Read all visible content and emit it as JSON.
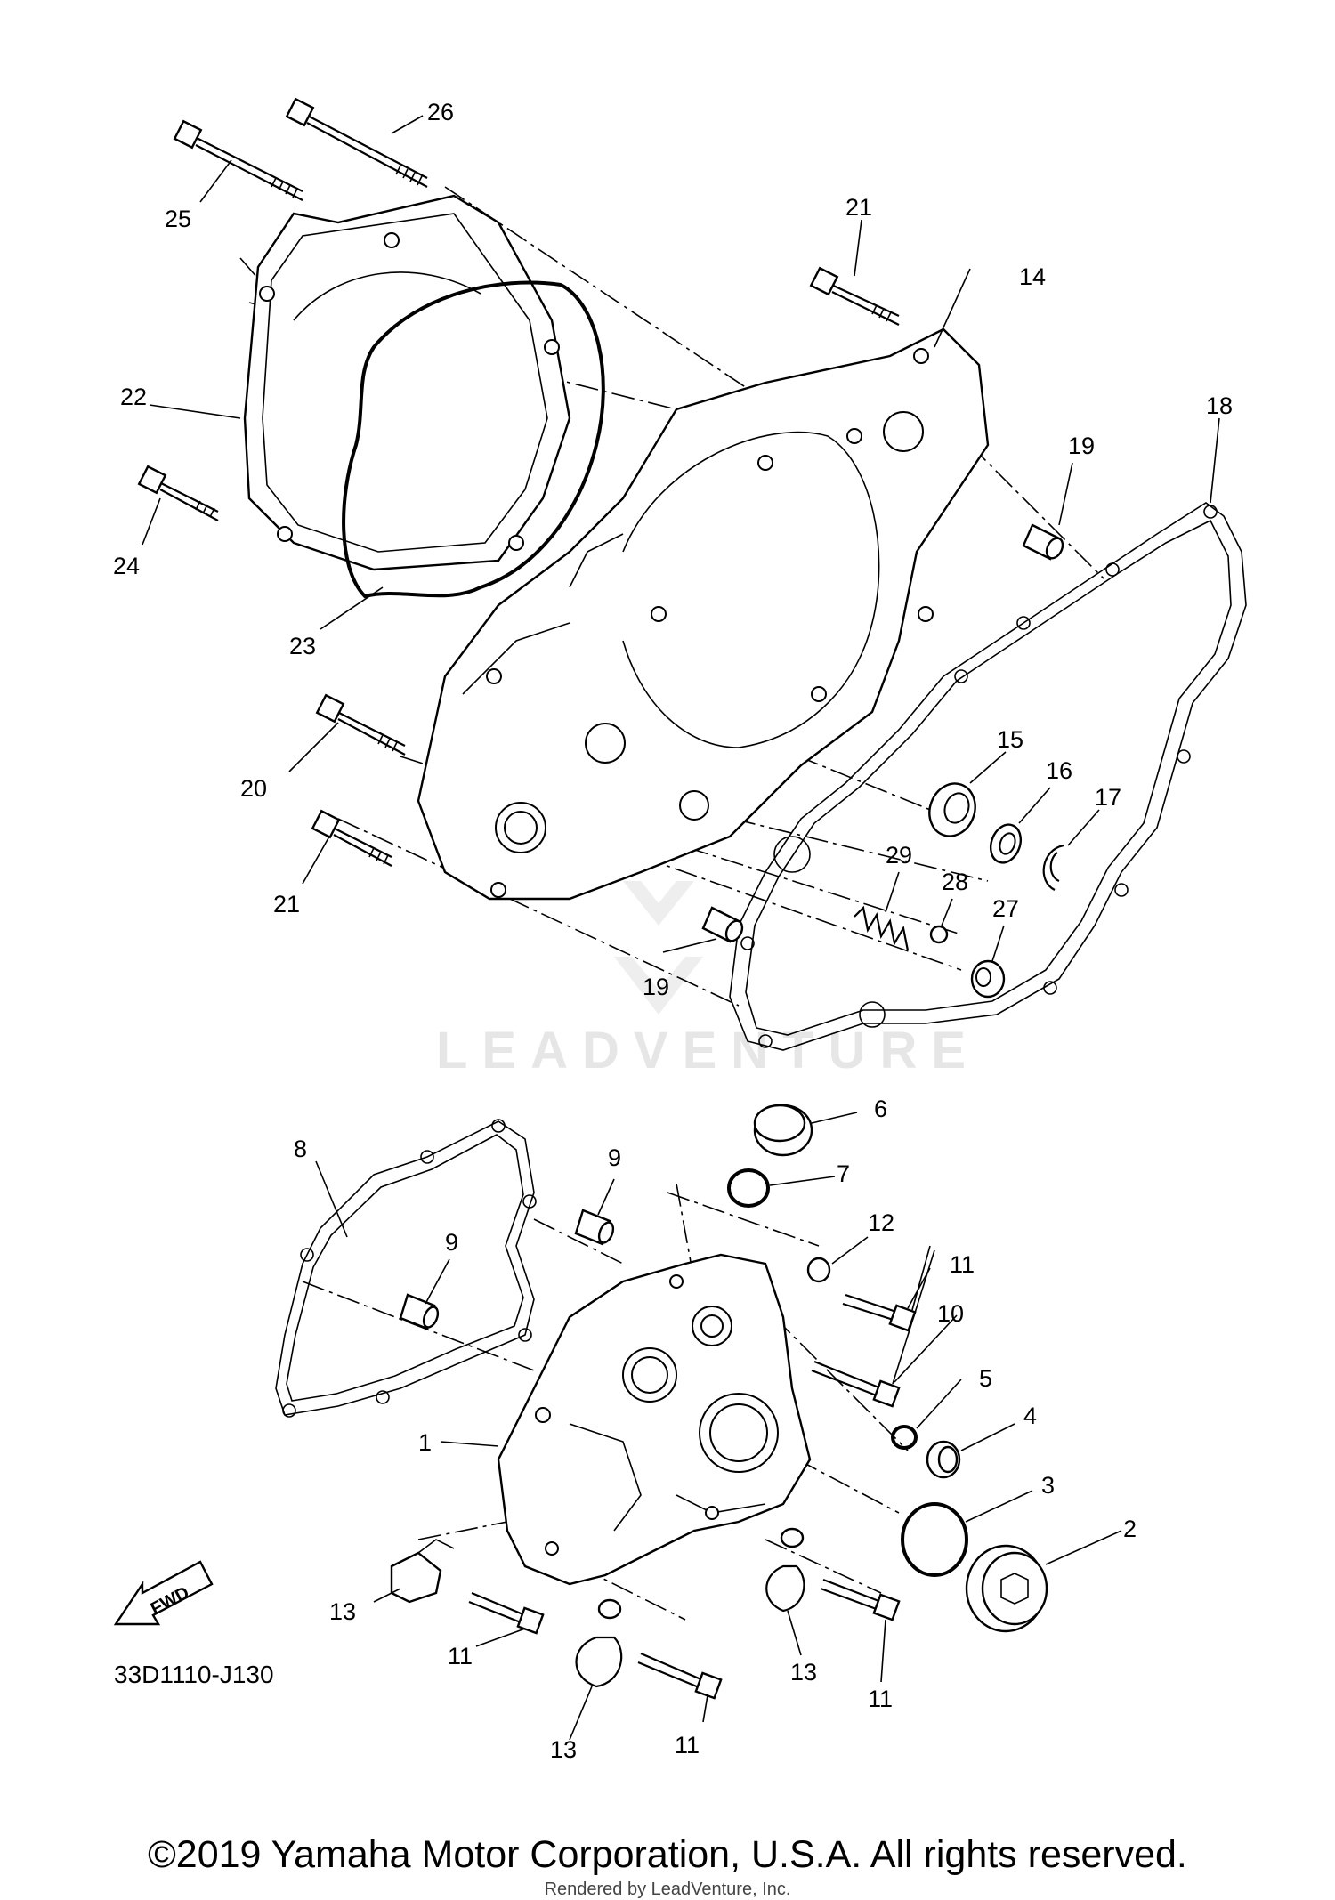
{
  "diagram": {
    "code": "33D1110-J130",
    "watermark": "LEADVENTURE",
    "fwd_label": "FWD",
    "copyright": "©2019 Yamaha Motor Corporation, U.S.A. All rights reserved.",
    "rendered_by": "Rendered by LeadVenture, Inc."
  },
  "callouts": {
    "c1": "1",
    "c2": "2",
    "c3": "3",
    "c4": "4",
    "c5": "5",
    "c6": "6",
    "c7": "7",
    "c8": "8",
    "c9a": "9",
    "c9b": "9",
    "c10": "10",
    "c11a": "11",
    "c11b": "11",
    "c11c": "11",
    "c11d": "11",
    "c12": "12",
    "c13a": "13",
    "c13b": "13",
    "c13c": "13",
    "c14": "14",
    "c15": "15",
    "c16": "16",
    "c17": "17",
    "c18": "18",
    "c19a": "19",
    "c19b": "19",
    "c20": "20",
    "c21a": "21",
    "c21b": "21",
    "c22": "22",
    "c23": "23",
    "c24": "24",
    "c25": "25",
    "c26": "26",
    "c27": "27",
    "c28": "28",
    "c29": "29"
  },
  "colors": {
    "line": "#000000",
    "background": "#ffffff",
    "watermark": "#e6e6e6"
  }
}
